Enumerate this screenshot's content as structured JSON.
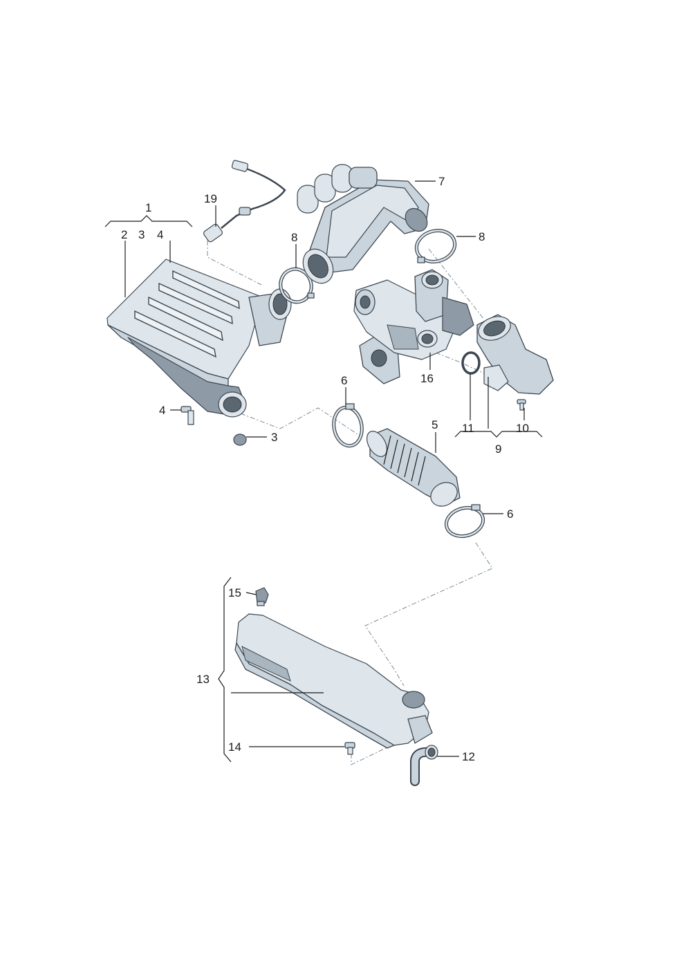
{
  "diagram": {
    "callouts": {
      "c1": "1",
      "c2": "2",
      "c3a": "3",
      "c4a": "4",
      "c19": "19",
      "c8a": "8",
      "c7": "7",
      "c8b": "8",
      "c4b": "4",
      "c3b": "3",
      "c6a": "6",
      "c16": "16",
      "c5": "5",
      "c11": "11",
      "c10": "10",
      "c9": "9",
      "c6b": "6",
      "c15": "15",
      "c13": "13",
      "c14": "14",
      "c12": "12"
    }
  }
}
